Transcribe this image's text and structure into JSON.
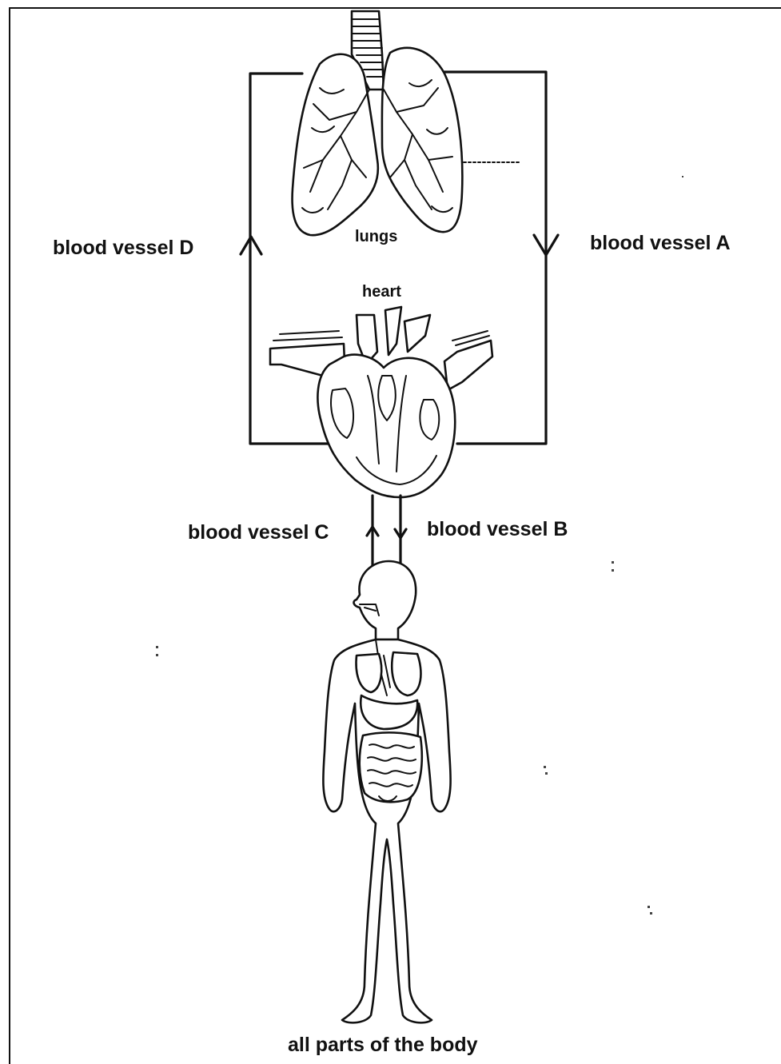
{
  "labels": {
    "lungs": "lungs",
    "heart": "heart",
    "vessel_a": "blood vessel A",
    "vessel_b": "blood vessel B",
    "vessel_c": "blood vessel C",
    "vessel_d": "blood vessel D",
    "body": "all parts of the body"
  }
}
